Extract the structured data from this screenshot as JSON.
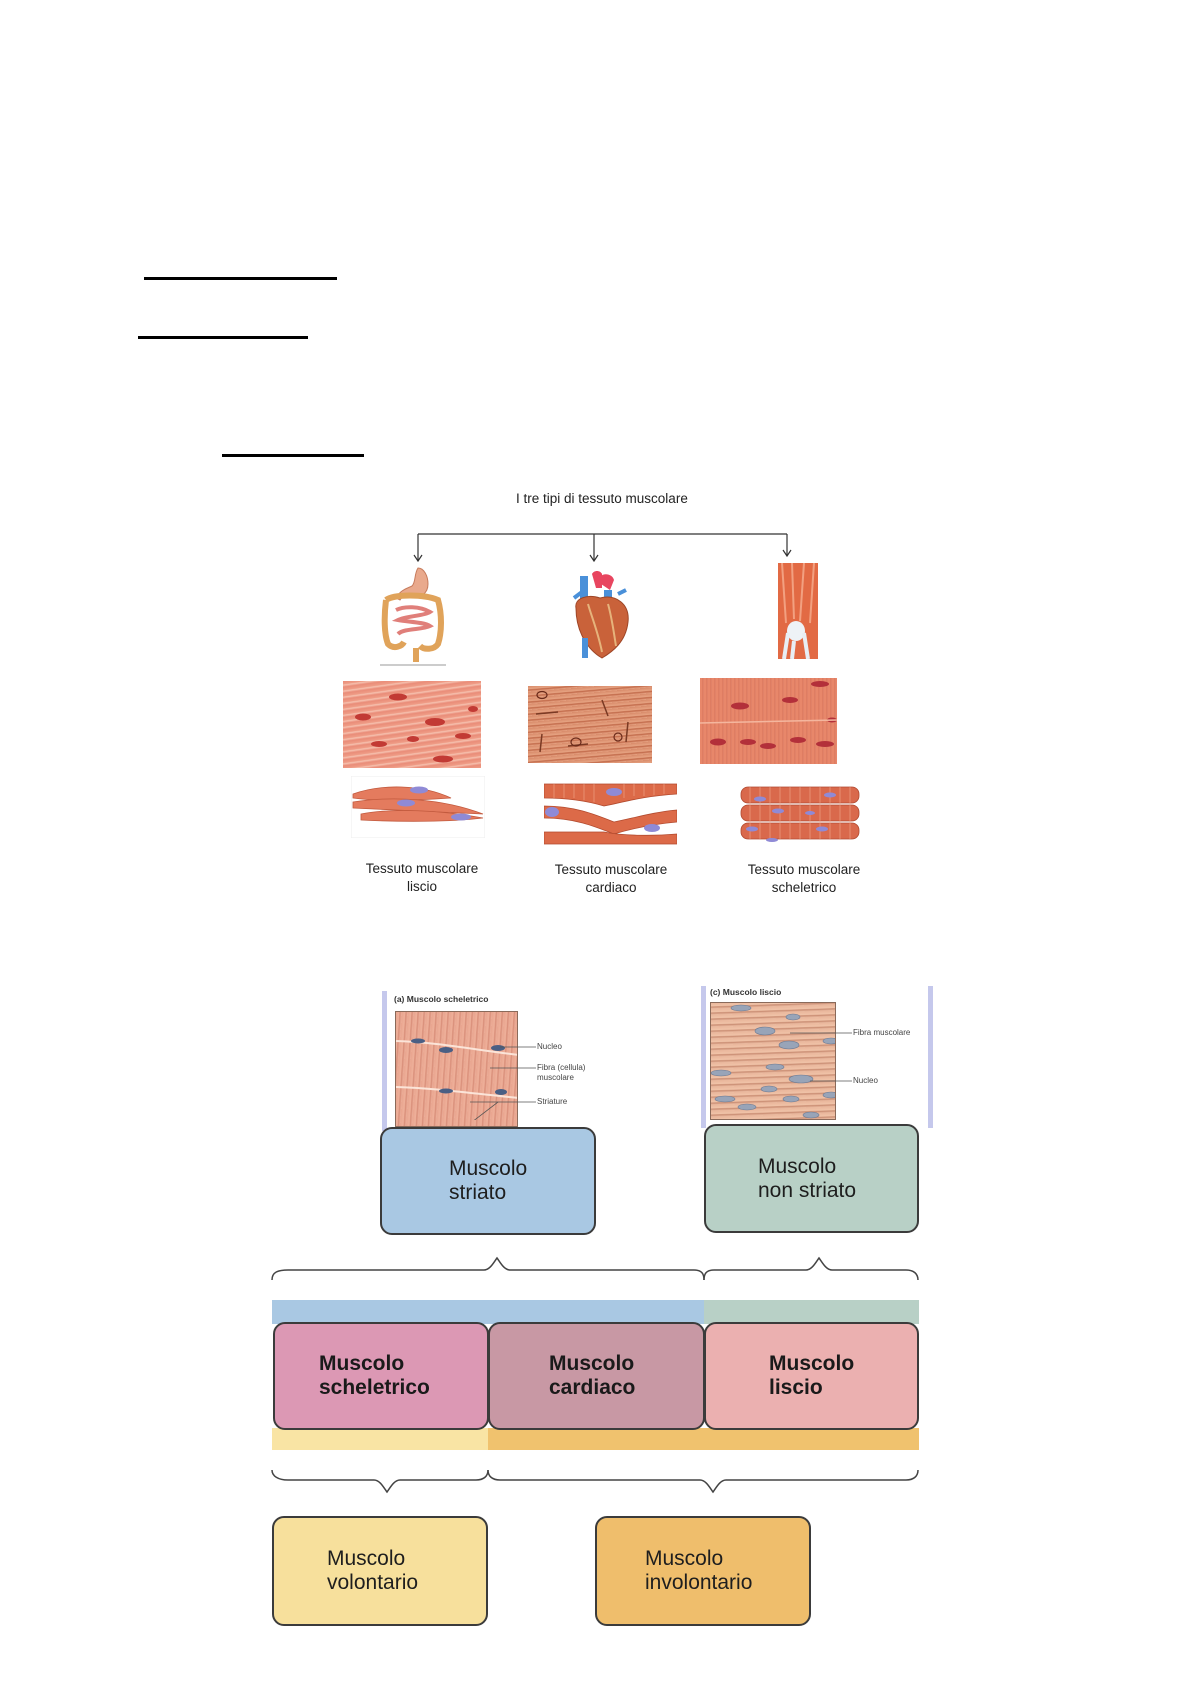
{
  "document": {
    "underlined_headings": [
      {
        "id": "heading-1",
        "text": ""
      },
      {
        "id": "heading-2",
        "text": ""
      },
      {
        "id": "heading-3",
        "text": ""
      }
    ]
  },
  "figure1": {
    "title": "I tre tipi di tessuto muscolare",
    "columns": [
      {
        "organ_icon": "digestive-tract-icon",
        "label_line1": "Tessuto muscolare",
        "label_line2": "liscio"
      },
      {
        "organ_icon": "heart-icon",
        "label_line1": "Tessuto muscolare",
        "label_line2": "cardiaco"
      },
      {
        "organ_icon": "leg-muscle-icon",
        "label_line1": "Tessuto muscolare",
        "label_line2": "scheletrico"
      }
    ]
  },
  "figure2": {
    "panel_a": {
      "title": "(a) Muscolo scheletrico",
      "annotations": [
        "Nucleo",
        "Fibra (cellula)",
        "muscolare",
        "Striature"
      ]
    },
    "panel_c": {
      "title": "(c) Muscolo liscio",
      "annotations": [
        "Fibra muscolare",
        "Nucleo"
      ]
    },
    "level1": [
      {
        "line1": "Muscolo",
        "line2": "striato",
        "color": "#a9c8e3"
      },
      {
        "line1": "Muscolo",
        "line2": "non striato",
        "color": "#b8d0c6"
      }
    ],
    "level2": [
      {
        "line1": "Muscolo",
        "line2": "scheletrico",
        "color": "#dc98b4"
      },
      {
        "line1": "Muscolo",
        "line2": "cardiaco",
        "color": "#c898a4"
      },
      {
        "line1": "Muscolo",
        "line2": "liscio",
        "color": "#ebb0b0"
      }
    ],
    "level3": [
      {
        "line1": "Muscolo",
        "line2": "volontario",
        "color": "#f7e09c"
      },
      {
        "line1": "Muscolo",
        "line2": "involontario",
        "color": "#efbe6c"
      }
    ],
    "band_colors": {
      "striato": "#a9c8e3",
      "non_striato": "#b8d0c6",
      "volontario": "#f9e4a4",
      "involontario": "#f0c26e"
    }
  }
}
